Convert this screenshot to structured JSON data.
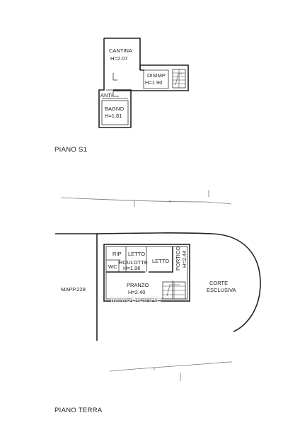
{
  "basement": {
    "title": "PIANO S1",
    "rooms": {
      "cantina_name": "CANTINA",
      "cantina_h": "H=2.07",
      "disimp_name": "DISIMP",
      "disimp_h": "H=1.90",
      "anti_name": "ANTI",
      "bagno_name": "BAGNO",
      "bagno_h": "H=1.81"
    }
  },
  "ground": {
    "title": "PIANO TERRA",
    "rooms": {
      "rip_name": "RIP",
      "letto1_name": "LETTO",
      "letto2_name": "LETTO",
      "wc_name": "WC",
      "roulotte_name": "ROULOTTE",
      "roulotte_h": "H=1.96",
      "pranzo_name": "PRANZO",
      "pranzo_h": "H=2.40",
      "portico_name": "PORTICO",
      "portico_h": "H=2.44"
    },
    "mapp_label": "MAPP.228",
    "corte_line1": "CORTE",
    "corte_line2": "ESCLUSIVA"
  }
}
